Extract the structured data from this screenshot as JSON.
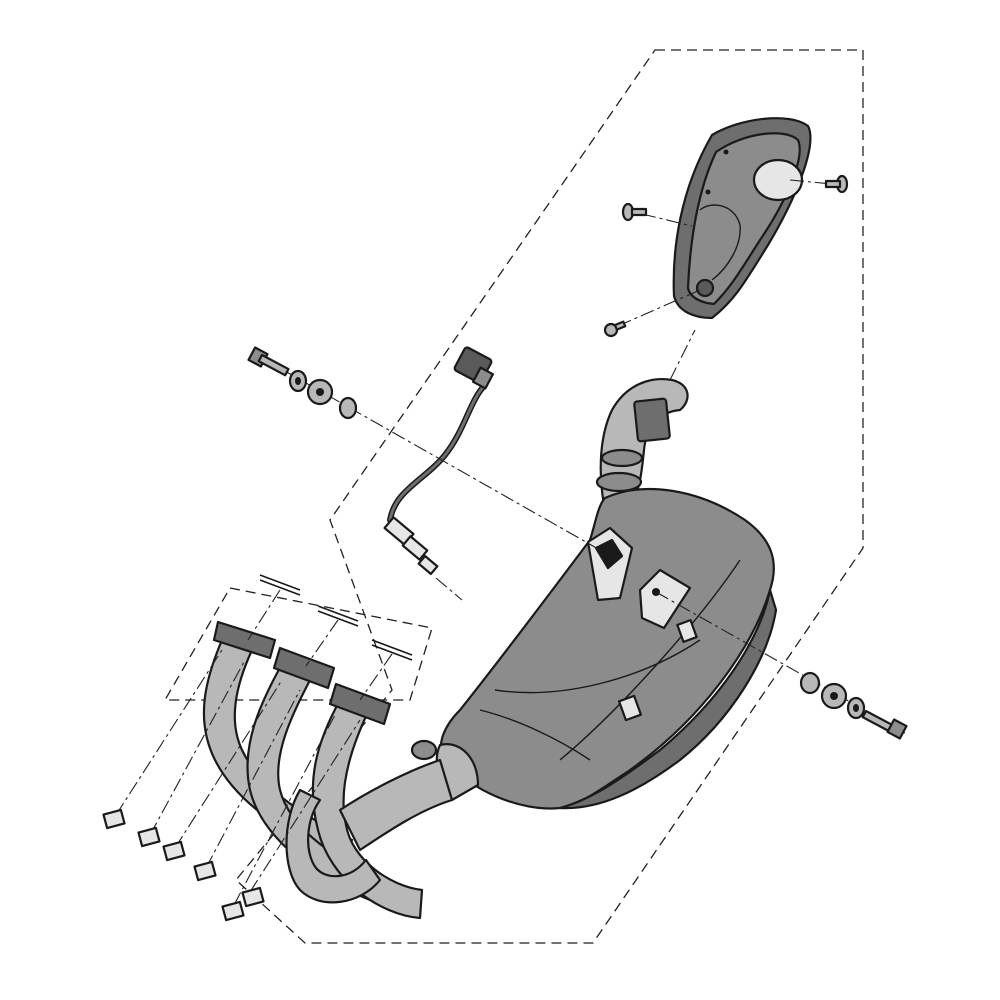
{
  "diagram": {
    "kind": "exploded-parts-view",
    "colors": {
      "background": "#ffffff",
      "line": "#1a1a1a",
      "part_fill": "#8c8c8c",
      "part_fill_dark": "#6e6e6e",
      "pipe_fill": "#b8b8b8",
      "highlight": "#e6e6e6"
    },
    "parts": [
      "heat-shield",
      "heat-shield-screw",
      "link-pipe",
      "muffler",
      "oxygen-sensor",
      "exhaust-manifold",
      "manifold-gasket",
      "flange-nut",
      "mount-bolt",
      "washer",
      "collar",
      "spacer"
    ]
  }
}
